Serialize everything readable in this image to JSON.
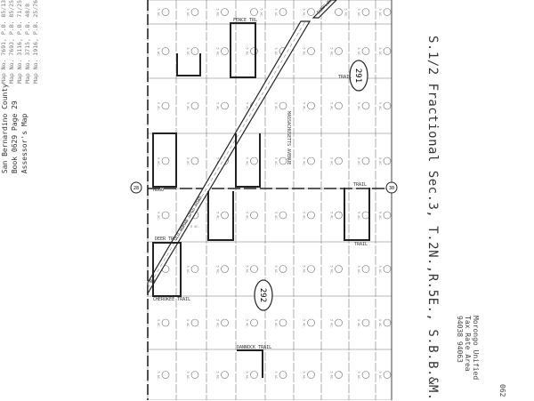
{
  "title": "S.1/2 Fractional Sec.3, T.2N.,R.5E., S.B.B.&M.",
  "district": [
    "Morongo Unified",
    "Tax Rate Area",
    "94038 94063"
  ],
  "corner_label": "062",
  "map_references": [
    "Map No. 7691, P.B. 85/13",
    "Map No. 7693, P.B. 85/25",
    "Map No. 3116, P.B. 71/25",
    "Map No. 3715, P.B. 48/8",
    "Map No. 1916, P.B. 25/76"
  ],
  "assessor": [
    "Assessor's Map",
    "Book 0629 Page 29",
    "San Bernardino County"
  ],
  "page_badges": [
    "291",
    "292"
  ],
  "section_markers": [
    "28",
    "30"
  ],
  "parcel_acreage": "5 AC.",
  "streets": {
    "diagonal": "OLD WOMAN SPGS ROAD",
    "top_right": "SUNFLOWER",
    "fence": "FENCE TRL",
    "massachusetts": "MASSACHUSETTS AVENUE",
    "cherokee": "CHEROKEE TRAIL",
    "deer": "DEER TR",
    "dannock": "DANNOCK TRAIL",
    "trail_1": "TRAIL",
    "trail_2": "TRAIL",
    "trail_3": "TRAIL",
    "hugo": "HUGO",
    "bunks": "RD"
  }
}
